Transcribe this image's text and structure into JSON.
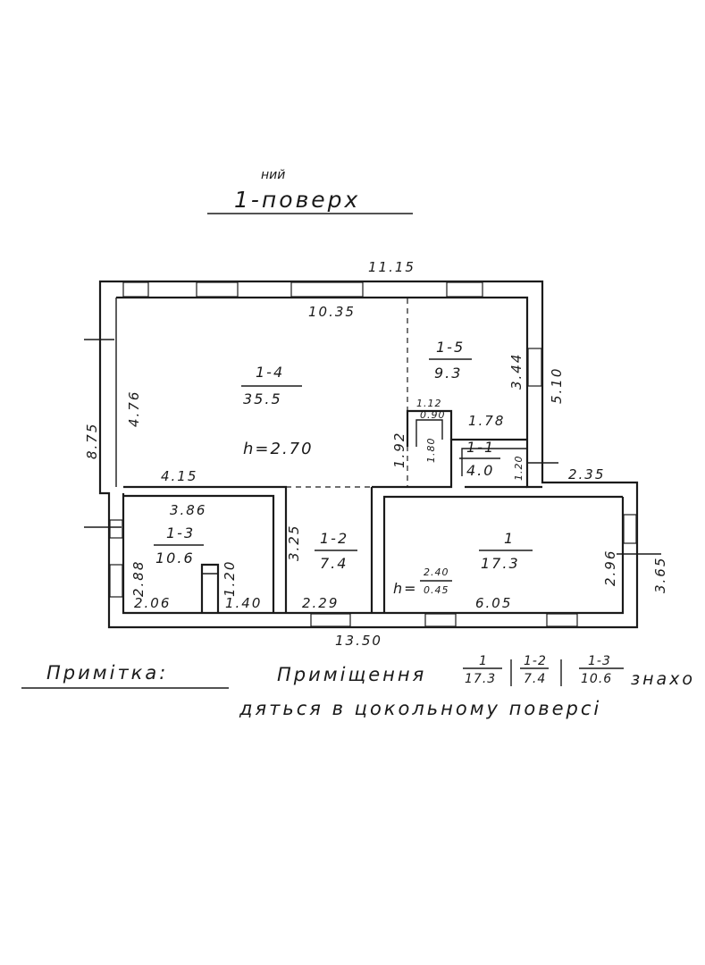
{
  "header": {
    "floor_title": "1-поверх",
    "floor_suffix": "ний"
  },
  "dimensions": {
    "overall_top": "11.15",
    "inner_top": "10.35",
    "left_total": "8.75",
    "left_inner": "4.76",
    "lower_left_width": "4.15",
    "right_upper_outer": "5.10",
    "right_upper_inner": "3.44",
    "right_step": "2.35",
    "right_lower_outer": "3.65",
    "right_lower_inner": "2.96",
    "bottom_total": "13.50",
    "room_1_3_width": "3.86",
    "room_1_3_height": "2.88",
    "room_1_3_bottom": "2.06",
    "room_1_3_niche_height": "1.20",
    "room_1_3_niche_width": "1.40",
    "room_1_2_height": "3.25",
    "room_1_2_width": "2.29",
    "room_1_width": "6.05",
    "closet_width": "1.12",
    "closet_inner": "0.90",
    "closet_height": "1.80",
    "corridor_height": "1.92",
    "room_1_1_width": "1.78",
    "room_1_1_height": "1.20"
  },
  "rooms": [
    {
      "id": "1-4",
      "area": "35.5"
    },
    {
      "id": "1-5",
      "area": "9.3"
    },
    {
      "id": "1-1",
      "area": "4.0"
    },
    {
      "id": "1-3",
      "area": "10.6"
    },
    {
      "id": "1-2",
      "area": "7.4"
    },
    {
      "id": "1",
      "area": "17.3"
    }
  ],
  "heights": {
    "main": "h=2.70",
    "basement_prefix": "h=",
    "basement_top": "2.40",
    "basement_bottom": "0.45"
  },
  "note": {
    "label": "Примітка:",
    "text_part1": "Приміщення",
    "refs": [
      {
        "id": "1",
        "area": "17.3"
      },
      {
        "id": "1-2",
        "area": "7.4"
      },
      {
        "id": "1-3",
        "area": "10.6"
      }
    ],
    "text_part2": "знахо",
    "line2": "дяться в цокольному поверсі"
  }
}
